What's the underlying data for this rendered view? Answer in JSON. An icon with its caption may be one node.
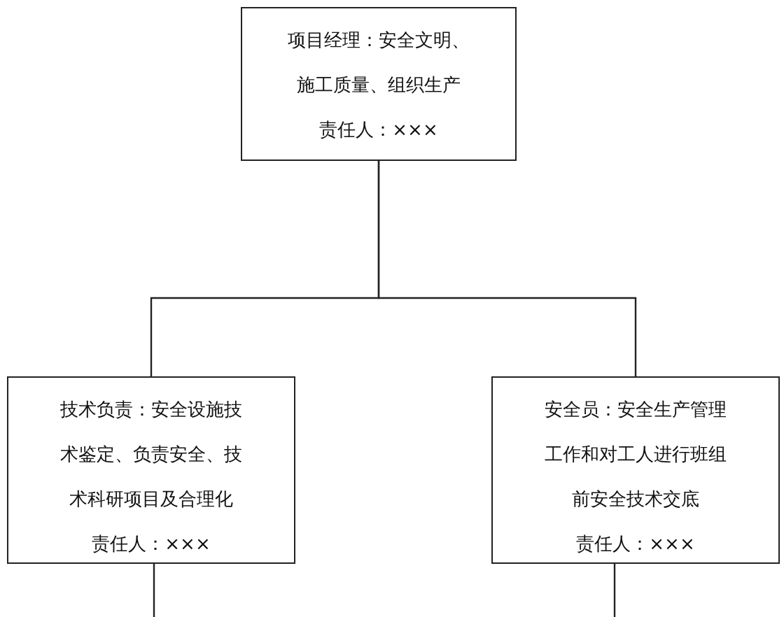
{
  "diagram": {
    "nodes": [
      {
        "text": [
          "项目经理：安全文明、施工质量、组织生产",
          "责任人：×××"
        ]
      },
      {
        "text": [
          "技术负责：安全设施技术鉴定、负责安全、技术科研项目及合理化",
          "责任人：×××"
        ]
      },
      {
        "text": [
          "安全员：安全生产管理工作和对工人进行班组前安全技术交底",
          "责任人：×××"
        ]
      }
    ],
    "edges": [
      {
        "from": 0,
        "to": 1,
        "arrow": "none"
      },
      {
        "from": 0,
        "to": 2,
        "arrow": "none"
      },
      {
        "from": 1,
        "to": null,
        "arrow": "none"
      },
      {
        "from": 2,
        "to": null,
        "arrow": "none"
      }
    ]
  }
}
